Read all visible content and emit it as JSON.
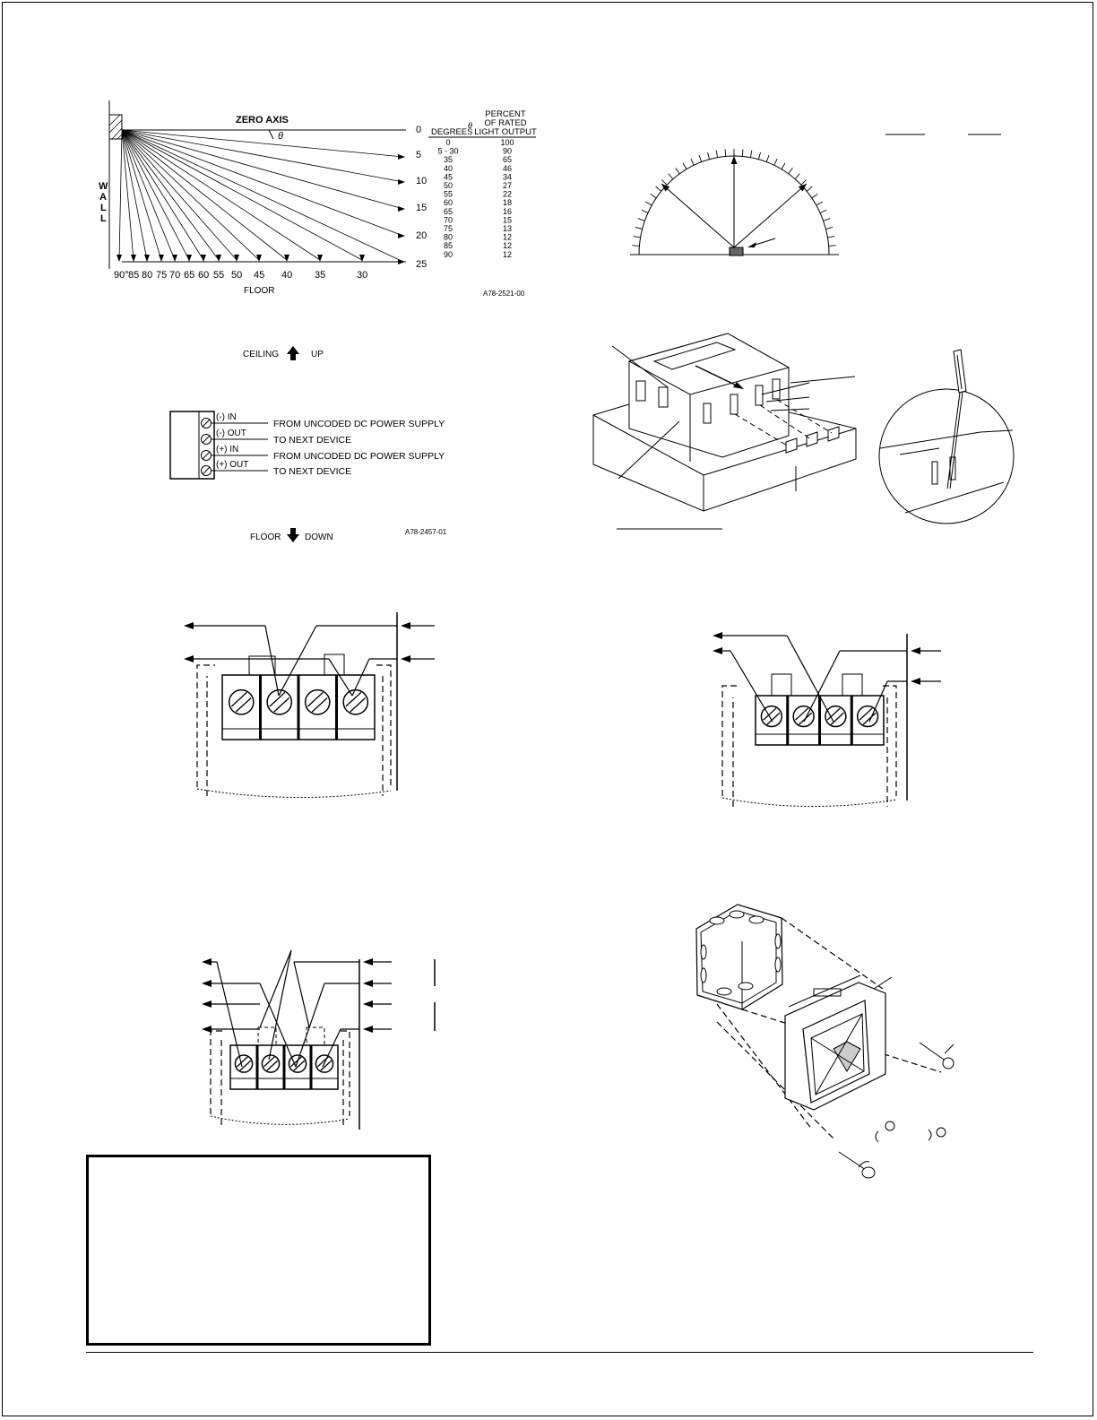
{
  "fig1": {
    "zero_axis": "ZERO AXIS",
    "theta": "θ",
    "wall_letters": [
      "W",
      "A",
      "L",
      "L"
    ],
    "floor": "FLOOR",
    "side_ticks": [
      "0",
      "5",
      "10",
      "15",
      "20",
      "25"
    ],
    "bottom_labels": [
      "90°",
      "85",
      "80",
      "75",
      "70",
      "65",
      "60",
      "55",
      "50",
      "45",
      "40",
      "35",
      "30"
    ],
    "table_header": {
      "degrees": "DEGREES",
      "theta_sup": "θ",
      "percent": "PERCENT",
      "of_rated": "OF RATED",
      "light_output": "LIGHT OUTPUT"
    },
    "table_rows": [
      [
        "0",
        "100"
      ],
      [
        "5 - 30",
        "90"
      ],
      [
        "35",
        "65"
      ],
      [
        "40",
        "46"
      ],
      [
        "45",
        "34"
      ],
      [
        "50",
        "27"
      ],
      [
        "55",
        "22"
      ],
      [
        "60",
        "18"
      ],
      [
        "65",
        "16"
      ],
      [
        "70",
        "15"
      ],
      [
        "75",
        "13"
      ],
      [
        "80",
        "12"
      ],
      [
        "85",
        "12"
      ],
      [
        "90",
        "12"
      ]
    ],
    "code": "A78-2521-00"
  },
  "fig3": {
    "ceiling": "CEILING",
    "up": "UP",
    "floor": "FLOOR",
    "down": "DOWN",
    "code": "A78-2457-01",
    "terminals": [
      {
        "label": "(-) IN",
        "desc": "FROM UNCODED DC POWER SUPPLY"
      },
      {
        "label": "(-) OUT",
        "desc": "TO NEXT DEVICE"
      },
      {
        "label": "(+) IN",
        "desc": "FROM UNCODED DC POWER SUPPLY"
      },
      {
        "label": "(+) OUT",
        "desc": "TO NEXT DEVICE"
      }
    ]
  }
}
